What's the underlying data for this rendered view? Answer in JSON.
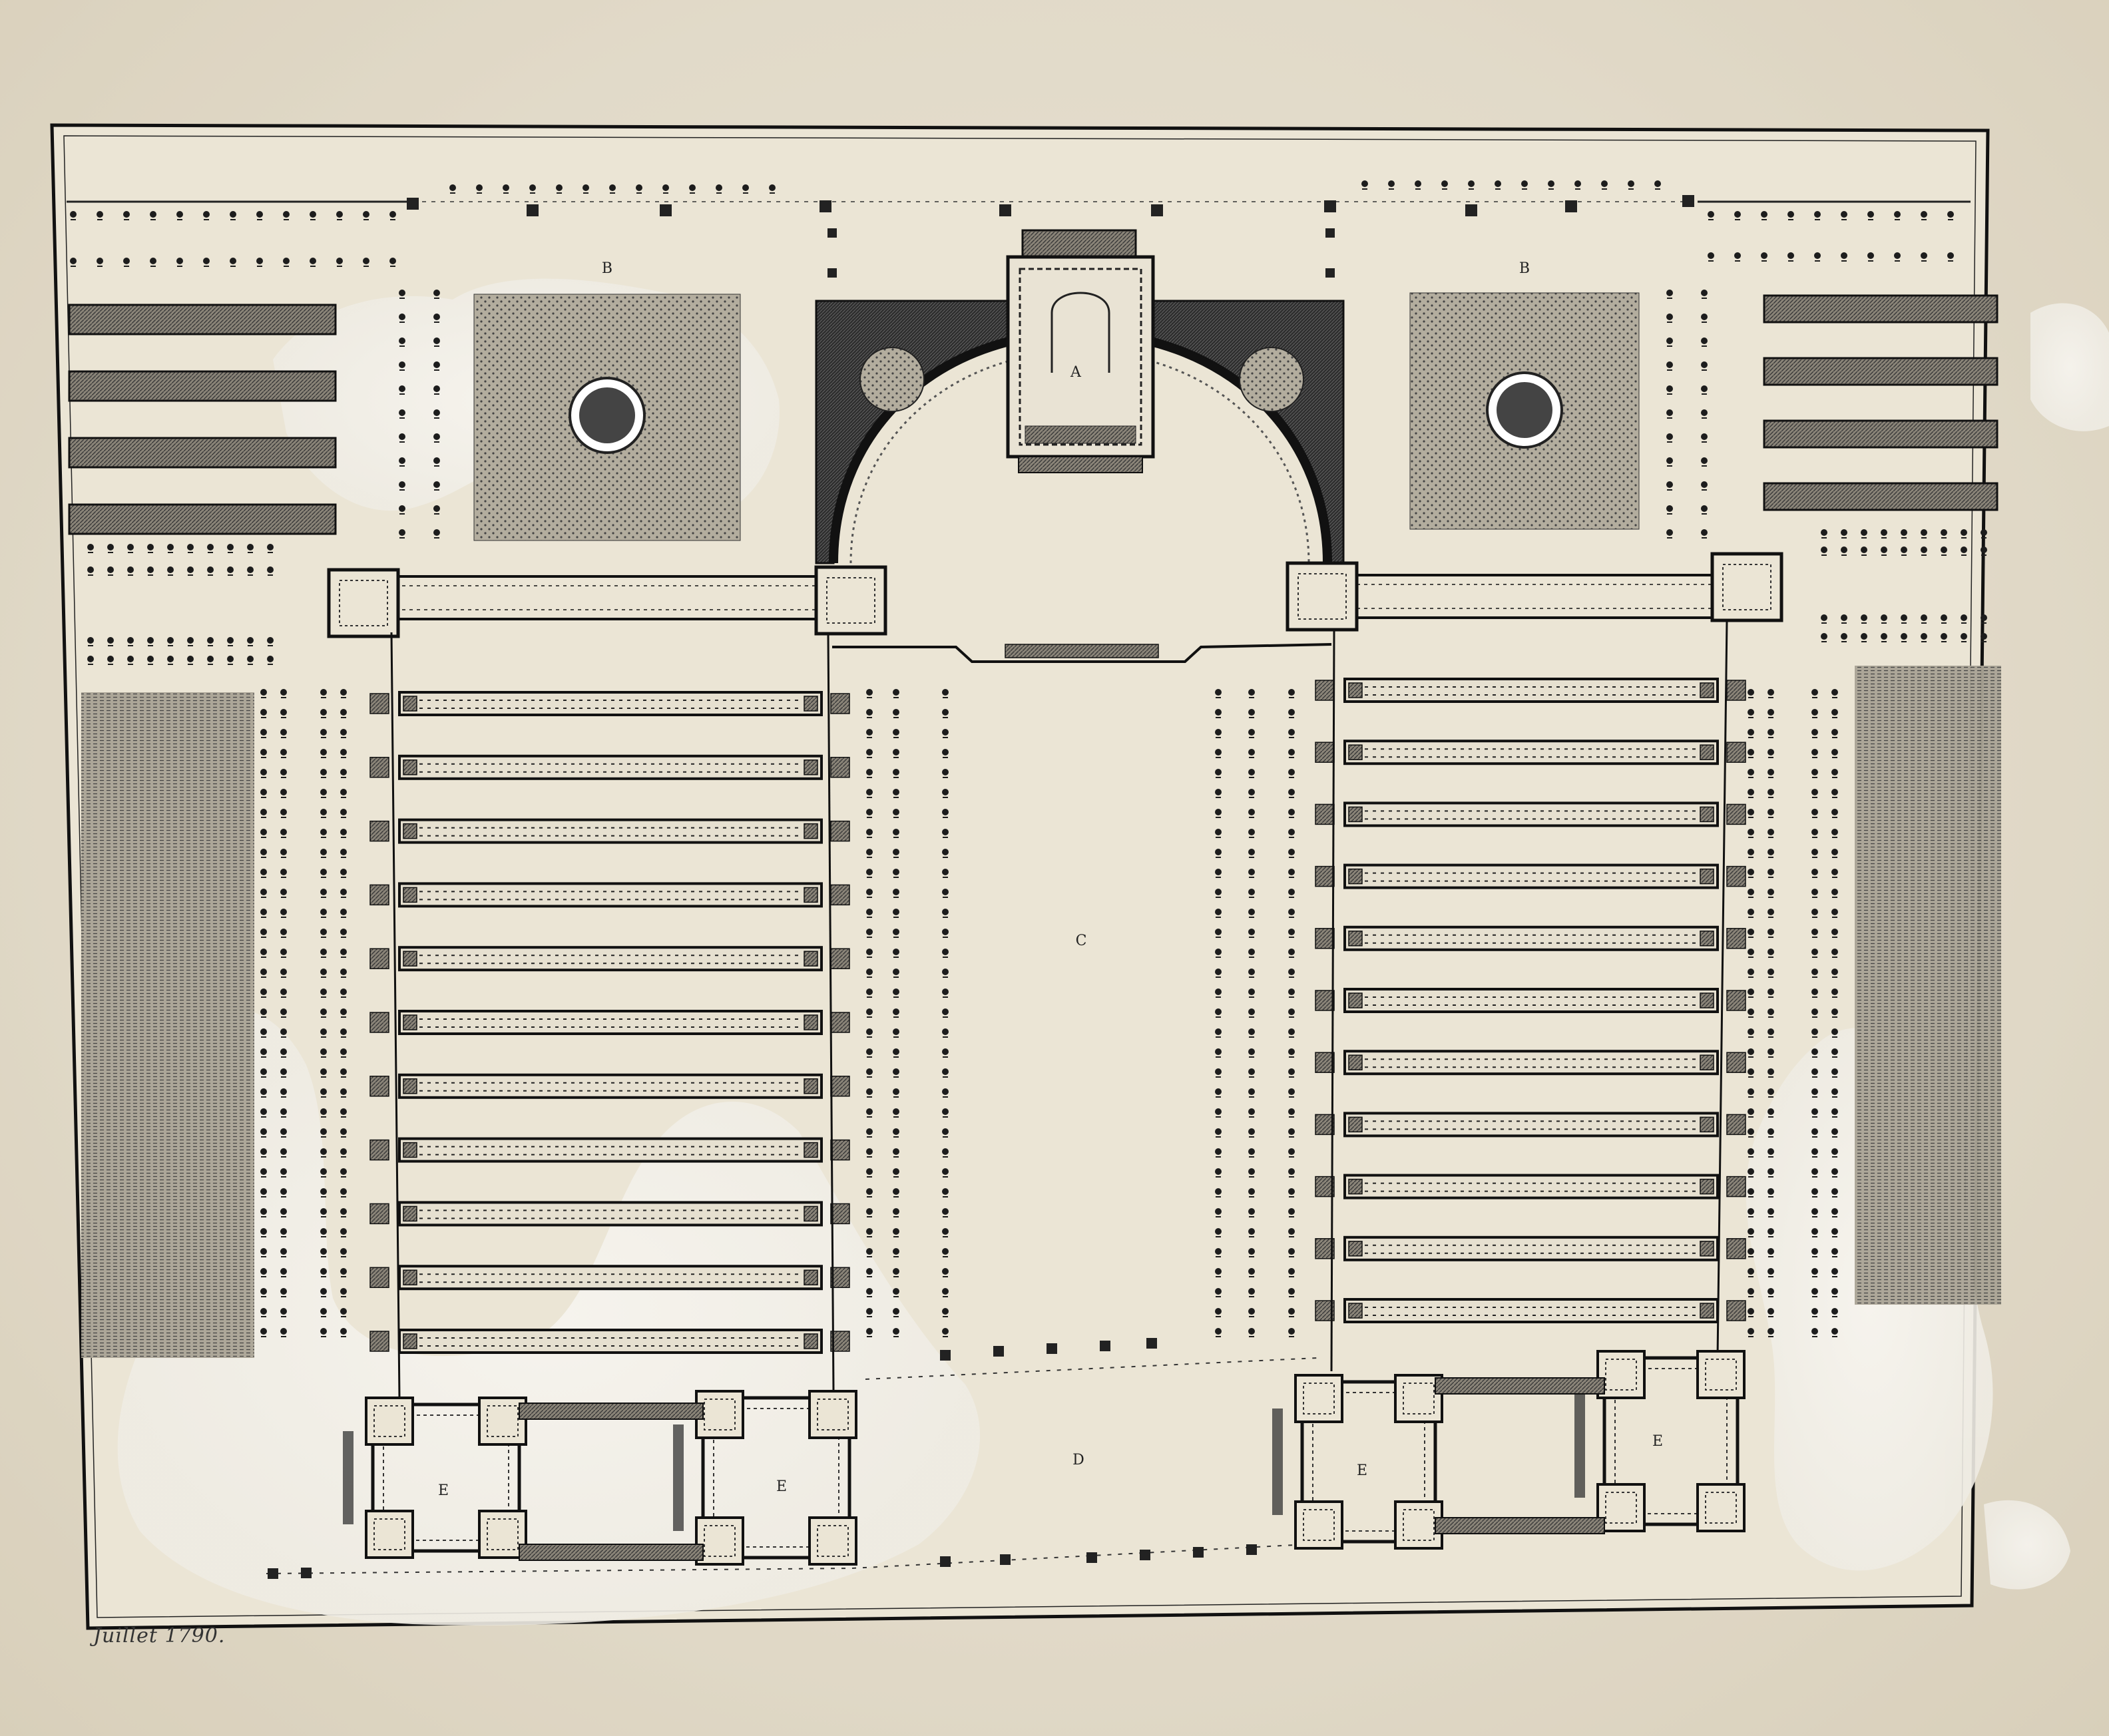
{
  "caption": "Juillet 1790.",
  "labels": {
    "a": "A",
    "b_left": "B",
    "b_right": "B",
    "c": "C",
    "d": "D",
    "e1": "E",
    "e2": "E",
    "e3": "E",
    "e4": "E"
  },
  "colors": {
    "paper": "#ebe5d7",
    "ink": "#1e1e1e",
    "stain": "#f6f4ee",
    "hatch": "#555555",
    "aging": "#c9bb9a"
  },
  "plan": {
    "left_cross_rows": 11,
    "right_cross_rows": 11,
    "left_bands": 4,
    "right_bands": 4
  }
}
